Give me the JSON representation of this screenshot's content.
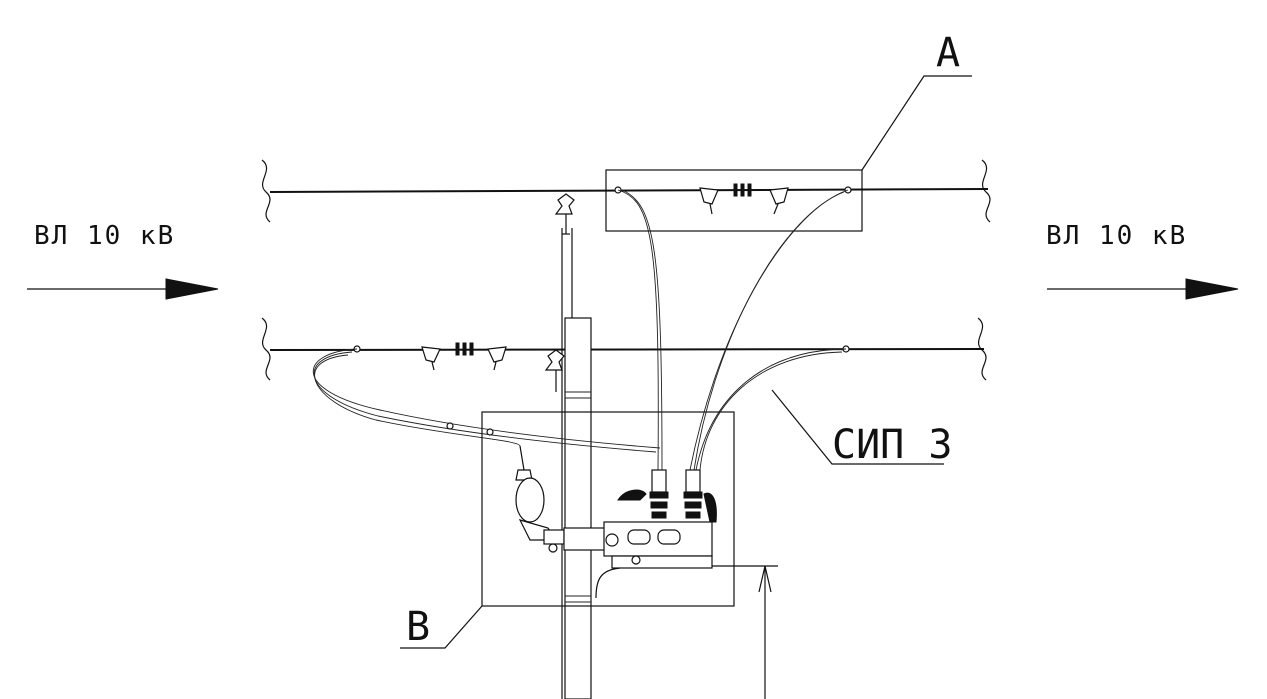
{
  "labels": {
    "line_left": "ВЛ 10 кВ",
    "line_right": "ВЛ 10 кВ",
    "callout_a": "А",
    "callout_b": "В",
    "cable": "СИП 3"
  },
  "colors": {
    "ink": "#111111",
    "background": "#ffffff"
  },
  "icons": {
    "arrow_left": "arrow-right-icon",
    "arrow_right": "arrow-right-icon",
    "insulator": "pin-insulator-icon",
    "switch": "recloser-icon"
  }
}
